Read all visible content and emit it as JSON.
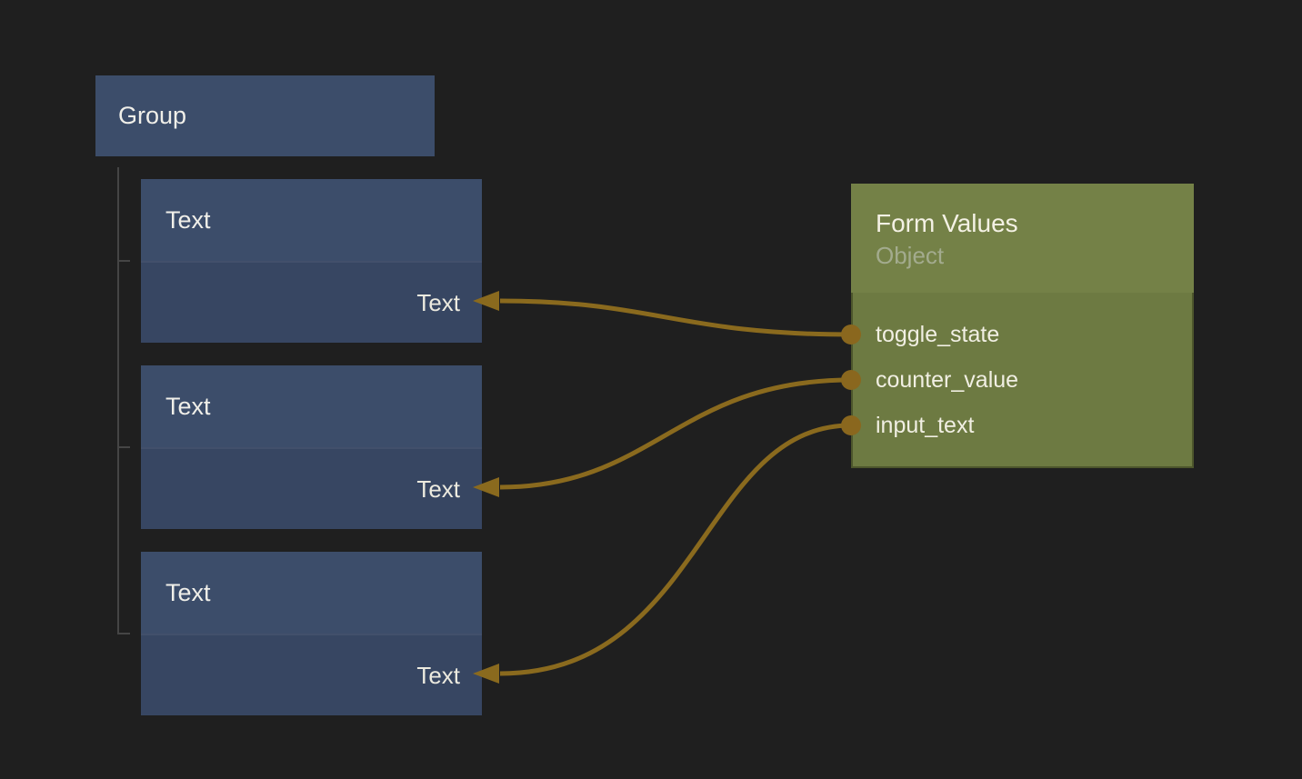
{
  "canvas": {
    "background_color": "#1f1f1f",
    "wire_color": "#8a6a1e",
    "port_color": "#8a671e",
    "tree_line_color": "#454545",
    "blue_node_header_color": "#3c4d6a",
    "blue_node_body_color": "#374662",
    "green_node_header_color": "#748147",
    "green_node_body_color": "#6d7a42"
  },
  "group_node": {
    "title": "Group"
  },
  "text_nodes": [
    {
      "title": "Text",
      "input_label": "Text"
    },
    {
      "title": "Text",
      "input_label": "Text"
    },
    {
      "title": "Text",
      "input_label": "Text"
    }
  ],
  "form_values_node": {
    "title": "Form Values",
    "subtitle": "Object",
    "outputs": [
      {
        "label": "toggle_state"
      },
      {
        "label": "counter_value"
      },
      {
        "label": "input_text"
      }
    ]
  },
  "connections": [
    {
      "from": "form_values.toggle_state",
      "to": "text_node_1.text_input"
    },
    {
      "from": "form_values.counter_value",
      "to": "text_node_2.text_input"
    },
    {
      "from": "form_values.input_text",
      "to": "text_node_3.text_input"
    }
  ]
}
